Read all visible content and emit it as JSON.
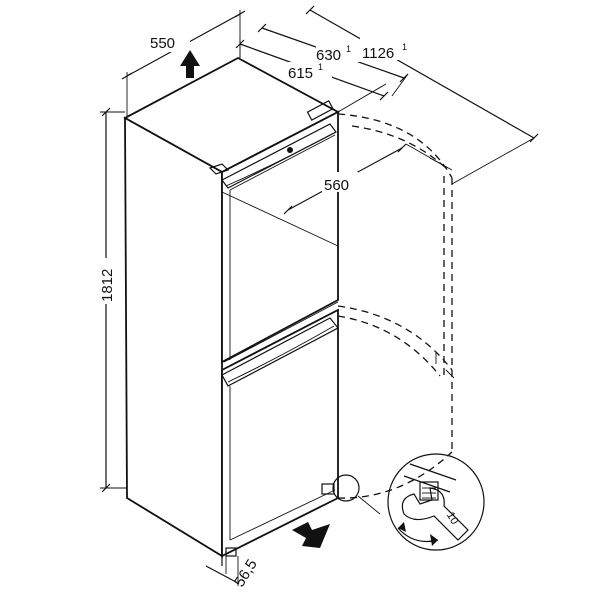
{
  "dimensions": {
    "width": "550",
    "depth_door_open": "630",
    "depth_door_open_note": "1",
    "depth_body": "615",
    "depth_body_note": "1",
    "total_depth_open": "1126",
    "total_depth_open_note": "1",
    "door_opening": "560",
    "height": "1812",
    "side_clearance": "56,5"
  },
  "colors": {
    "stroke": "#111111",
    "body_fill": "#ffffff",
    "detail_fill": "#ffffff"
  },
  "icons": {
    "ventilation_arrow": "up-arrow-icon",
    "airflow_arrow": "right-arrow-icon",
    "adjust_direction": "rotate-arrow-icon"
  }
}
